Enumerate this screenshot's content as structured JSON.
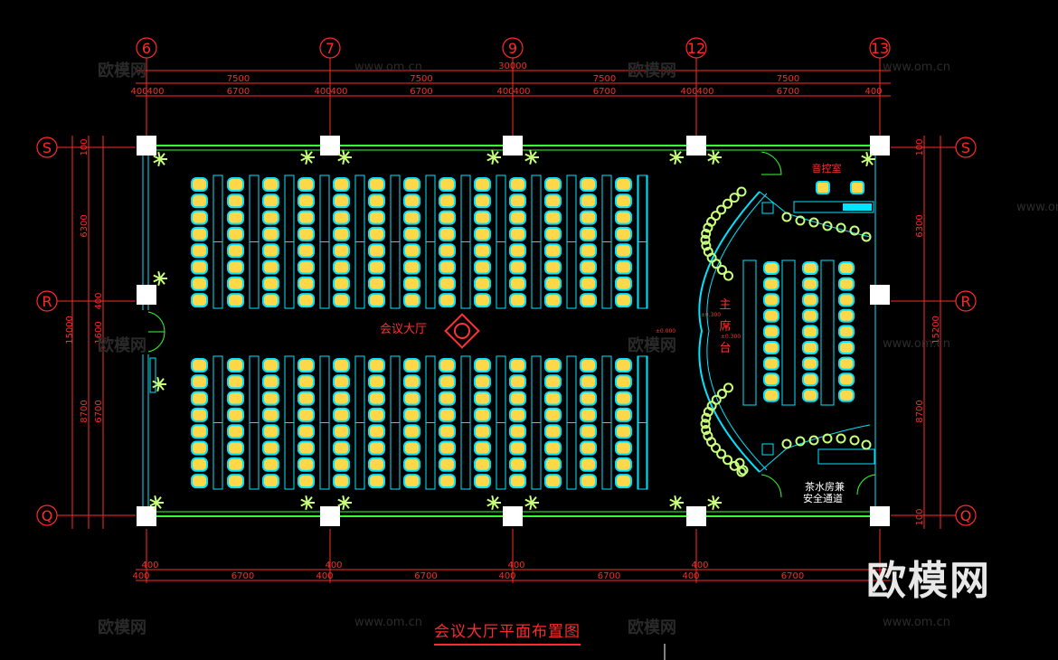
{
  "title": "会议大厅平面布置图",
  "watermark_logo": "欧模网",
  "watermark_url": "www.om.cn",
  "axes_top": [
    "6",
    "7",
    "9",
    "12",
    "13"
  ],
  "axes_side": [
    "S",
    "R",
    "Q"
  ],
  "dims_top_total": "30000",
  "dims_top_span": [
    "7500",
    "7500",
    "7500",
    "7500"
  ],
  "dims_top_net": [
    "6700",
    "6700",
    "6700",
    "6700"
  ],
  "dims_column": "400",
  "dims_left_total": "15000",
  "dims_left_a": "6300",
  "dims_left_b": "400",
  "dims_left_c": "1600",
  "dims_left_d": "8700",
  "dims_left_e": "6700",
  "dims_right_total": "15200",
  "dims_right_a": "6300",
  "dims_right_b": "8700",
  "dims_edge": "100",
  "room_labels": {
    "hall": "会议大厅",
    "control_room": "音控室",
    "stage_chars": [
      "主",
      "席",
      "台"
    ],
    "tea_room": "茶水房兼",
    "safety_exit": "安全通道"
  },
  "elevation_marks": [
    "±0.300",
    "±0.300",
    "±0.000"
  ],
  "colors": {
    "background": "#000000",
    "dimension": "#ff2a2a",
    "wall": "#33ff33",
    "furniture": "#00e5ff",
    "chair_fill": "#ffd84a",
    "plant": "#c8ff7a",
    "watermark": "#2a2a2a"
  }
}
